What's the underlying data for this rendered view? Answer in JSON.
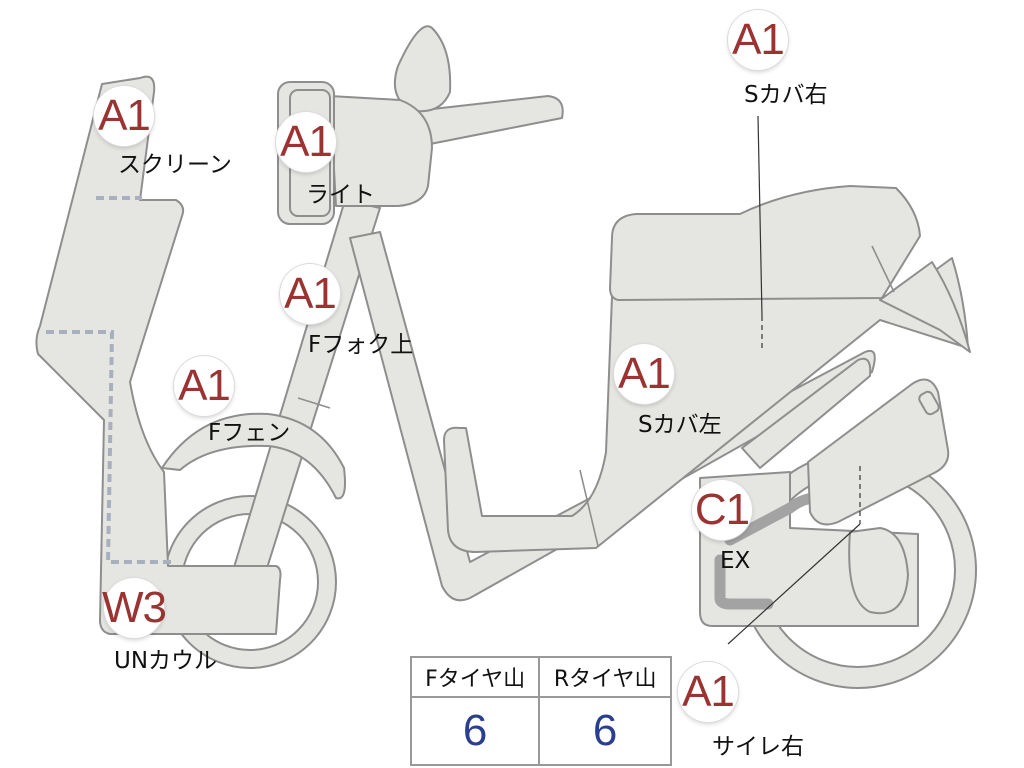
{
  "parts": [
    {
      "code": "A1",
      "label": "スクリーン"
    },
    {
      "code": "A1",
      "label": "ライト"
    },
    {
      "code": "A1",
      "label": "Fフォク上"
    },
    {
      "code": "A1",
      "label": "Fフェン"
    },
    {
      "code": "W3",
      "label": "UNカウル"
    },
    {
      "code": "A1",
      "label": "Sカバ右"
    },
    {
      "code": "A1",
      "label": "Sカバ左"
    },
    {
      "code": "C1",
      "label": "EX"
    },
    {
      "code": "A1",
      "label": "サイレ右"
    }
  ],
  "tires": {
    "front_header": "Fタイヤ山",
    "rear_header": "Rタイヤ山",
    "front_value": "6",
    "rear_value": "6"
  },
  "colors": {
    "body_fill": "#e5e5e2",
    "outline": "#8e8e8e",
    "badge_text": "#9b3333",
    "tire_value": "#2a3f8f",
    "zone_dash": "#a8b0bd"
  }
}
